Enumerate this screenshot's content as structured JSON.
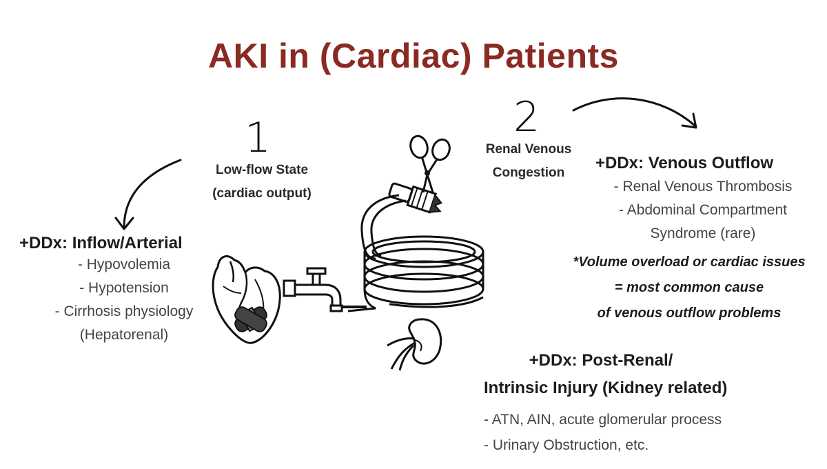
{
  "title": "AKI in (Cardiac) Patients",
  "left": {
    "number": "1",
    "caption_lines": [
      "Low-flow State",
      "(cardiac output)"
    ],
    "heading": "+DDx: Inflow/Arterial",
    "items": [
      "- Hypovolemia",
      "- Hypotension",
      "- Cirrhosis physiology",
      "(Hepatorenal)"
    ]
  },
  "right": {
    "number": "2",
    "caption_lines": [
      "Renal Venous",
      "Congestion"
    ],
    "heading": "+DDx: Venous Outflow",
    "items": [
      "- Renal Venous Thrombosis",
      "- Abdominal Compartment",
      "Syndrome (rare)"
    ],
    "note_lines": [
      "*Volume overload or cardiac issues",
      "= most common cause",
      "of venous outflow problems"
    ]
  },
  "bottom": {
    "heading_lines": [
      "+DDx: Post-Renal/",
      "Intrinsic Injury (Kidney related)"
    ],
    "items": [
      "- ATN, AIN, acute glomerular process",
      "- Urinary Obstruction, etc."
    ]
  },
  "icons": [
    "heart-with-bandage-icon",
    "faucet-icon",
    "coiled-hose-icon",
    "scissors-icon",
    "kidney-icon",
    "curved-arrow-icon"
  ]
}
